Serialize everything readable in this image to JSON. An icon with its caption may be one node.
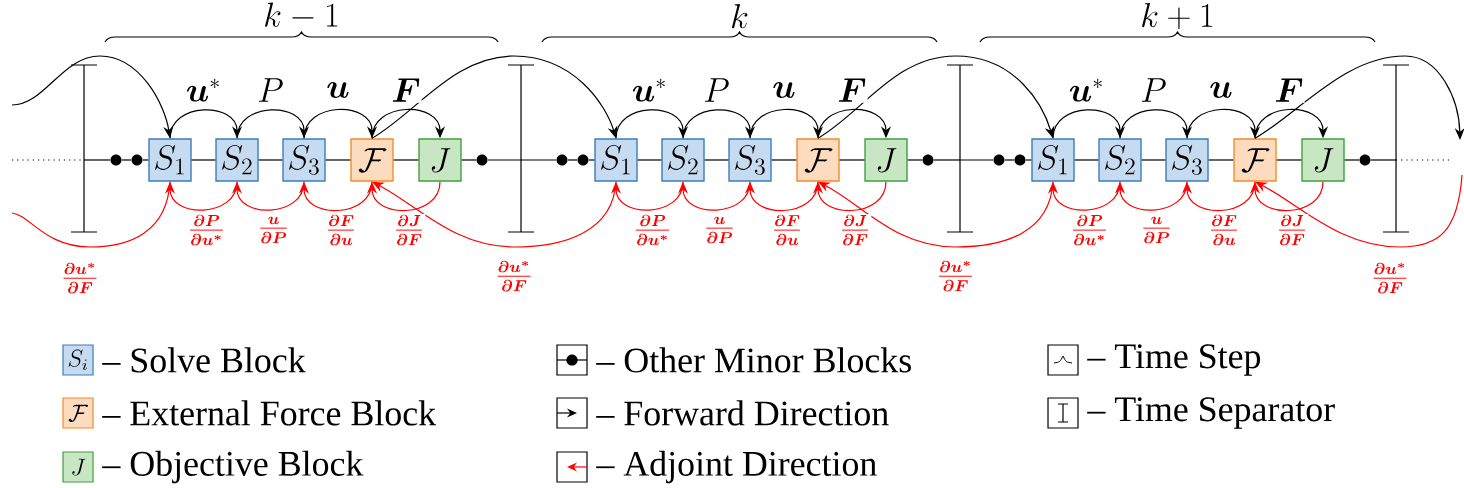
{
  "diagram": {
    "nodes": [
      {
        "text": [],
        "shape": "bar"
      },
      {
        "text": [],
        "shape": "circle"
      },
      {
        "text": [],
        "shape": "circle"
      },
      {
        "text": [
          "S_1"
        ]
      },
      {
        "text": [
          "S_2"
        ]
      },
      {
        "text": [
          "S_3"
        ]
      },
      {
        "text": [
          "\\mathcal{F}"
        ]
      },
      {
        "text": [
          "J"
        ]
      },
      {
        "text": [],
        "shape": "circle"
      },
      {
        "text": [],
        "shape": "bar"
      },
      {
        "text": [],
        "shape": "circle"
      },
      {
        "text": [],
        "shape": "circle"
      },
      {
        "text": [
          "S_1"
        ]
      },
      {
        "text": [
          "S_2"
        ]
      },
      {
        "text": [
          "S_3"
        ]
      },
      {
        "text": [
          "\\mathcal{F}"
        ]
      },
      {
        "text": [
          "J"
        ]
      },
      {
        "text": [],
        "shape": "circle"
      },
      {
        "text": [],
        "shape": "bar"
      },
      {
        "text": [],
        "shape": "circle"
      },
      {
        "text": [],
        "shape": "circle"
      },
      {
        "text": [
          "S_1"
        ]
      },
      {
        "text": [
          "S_2"
        ]
      },
      {
        "text": [
          "S_3"
        ]
      },
      {
        "text": [
          "\\mathcal{F}"
        ]
      },
      {
        "text": [
          "J"
        ]
      },
      {
        "text": [],
        "shape": "circle"
      },
      {
        "text": [],
        "shape": "bar"
      }
    ],
    "edges": [
      {
        "from": null,
        "to": 0,
        "arrow": "none",
        "style": "dashed"
      },
      {
        "from": 0,
        "to": 1,
        "arrow": "none"
      },
      {
        "from": 1,
        "to": 2,
        "arrow": "none"
      },
      {
        "from": 2,
        "to": 3,
        "arrow": "none"
      },
      {
        "from": 3,
        "to": 4,
        "arrow": "none"
      },
      {
        "from": 4,
        "to": 5,
        "arrow": "none"
      },
      {
        "from": 5,
        "to": 6,
        "arrow": "none"
      },
      {
        "from": 6,
        "to": 7,
        "arrow": "none"
      },
      {
        "from": 7,
        "to": 8,
        "arrow": "none"
      },
      {
        "from": 8,
        "to": 9,
        "arrow": "none"
      },
      {
        "from": 9,
        "to": 10,
        "arrow": "none"
      },
      {
        "from": 10,
        "to": 11,
        "arrow": "none"
      },
      {
        "from": 11,
        "to": 12,
        "arrow": "none"
      },
      {
        "from": 12,
        "to": 13,
        "arrow": "none"
      },
      {
        "from": 13,
        "to": 14,
        "arrow": "none"
      },
      {
        "from": 14,
        "to": 15,
        "arrow": "none"
      },
      {
        "from": 15,
        "to": 16,
        "arrow": "none"
      },
      {
        "from": 16,
        "to": 17,
        "arrow": "none"
      },
      {
        "from": 17,
        "to": 18,
        "arrow": "none"
      },
      {
        "from": 18,
        "to": 19,
        "arrow": "none"
      },
      {
        "from": 19,
        "to": 20,
        "arrow": "none"
      },
      {
        "from": 20,
        "to": 21,
        "arrow": "none"
      },
      {
        "from": 21,
        "to": 22,
        "arrow": "none"
      },
      {
        "from": 22,
        "to": 23,
        "arrow": "none"
      },
      {
        "from": 23,
        "to": 24,
        "arrow": "none"
      },
      {
        "from": 24,
        "to": 25,
        "arrow": "none"
      },
      {
        "from": 25,
        "to": 26,
        "arrow": "none"
      },
      {
        "from": 26,
        "to": 27,
        "arrow": "none"
      },
      {
        "from": 27,
        "to": null,
        "arrow": "none",
        "style": "dashed"
      },
      {
        "from": null,
        "to": 3,
        "arrow": "to"
      },
      {
        "from": 3,
        "to": 4,
        "arrow": "to",
        "label": "\\boldsymbol{u}^*"
      },
      {
        "from": 4,
        "to": 5,
        "arrow": "to",
        "label": "P"
      },
      {
        "from": 5,
        "to": 6,
        "arrow": "to",
        "label": "\\boldsymbol{u}"
      },
      {
        "from": 6,
        "to": 7,
        "arrow": "to",
        "label": "\\boldsymbol{F}"
      },
      {
        "from": 6,
        "to": 12,
        "arrow": "to"
      },
      {
        "from": 12,
        "to": 13,
        "arrow": "to",
        "label": "\\boldsymbol{u}^*"
      },
      {
        "from": 13,
        "to": 14,
        "arrow": "to",
        "label": "P"
      },
      {
        "from": 14,
        "to": 15,
        "arrow": "to",
        "label": "\\boldsymbol{u}"
      },
      {
        "from": 15,
        "to": 16,
        "arrow": "to",
        "label": "\\boldsymbol{F}"
      },
      {
        "from": 15,
        "to": 21,
        "arrow": "to"
      },
      {
        "from": 21,
        "to": 22,
        "arrow": "to",
        "label": "\\boldsymbol{u}^*"
      },
      {
        "from": 22,
        "to": 23,
        "arrow": "to",
        "label": "P"
      },
      {
        "from": 23,
        "to": 24,
        "arrow": "to",
        "label": "\\boldsymbol{u}"
      },
      {
        "from": 24,
        "to": 25,
        "arrow": "to",
        "label": "\\boldsymbol{F}"
      },
      {
        "from": 24,
        "to": null,
        "arrow": "to"
      },
      {
        "from": 3,
        "to": null,
        "arrow": "none",
        "color": "#ff0000",
        "label": "\\frac{\\partial \\boldsymbol{u}^*}{\\partial \\boldsymbol{F}}"
      },
      {
        "from": 4,
        "to": 3,
        "arrow": "to",
        "color": "#ff0000",
        "label": "\\frac{\\partial P}{\\partial \\boldsymbol{u}^*}"
      },
      {
        "from": 5,
        "to": 4,
        "arrow": "to",
        "color": "#ff0000",
        "label": "\\frac{\\boldsymbol{u}}{\\partial P}"
      },
      {
        "from": 6,
        "to": 5,
        "arrow": "to",
        "color": "#ff0000",
        "label": "\\frac{\\partial \\boldsymbol{F}}{\\partial \\boldsymbol{u}}"
      },
      {
        "from": 7,
        "to": 6,
        "arrow": "to",
        "color": "#ff0000",
        "label": "\\frac{\\partial J}{\\partial \\boldsymbol{F}}"
      },
      {
        "from": 12,
        "to": 6,
        "arrow": "to",
        "color": "#ff0000",
        "label": "\\frac{\\partial \\boldsymbol{u}^*}{\\partial \\boldsymbol{F}}"
      },
      {
        "from": 13,
        "to": 12,
        "arrow": "to",
        "color": "#ff0000",
        "label": "\\frac{\\partial P}{\\partial \\boldsymbol{u}^*}"
      },
      {
        "from": 14,
        "to": 13,
        "arrow": "to",
        "color": "#ff0000",
        "label": "\\frac{\\boldsymbol{u}}{\\partial P}"
      },
      {
        "from": 15,
        "to": 14,
        "arrow": "to",
        "color": "#ff0000",
        "label": "\\frac{\\partial \\boldsymbol{F}}{\\partial \\boldsymbol{u}}"
      },
      {
        "from": 16,
        "to": 15,
        "arrow": "to",
        "color": "#ff0000",
        "label": "\\frac{\\partial J}{\\partial \\boldsymbol{F}}"
      },
      {
        "from": 21,
        "to": 15,
        "arrow": "to",
        "color": "#ff0000",
        "label": "\\frac{\\partial \\boldsymbol{u}^*}{\\partial \\boldsymbol{F}}"
      },
      {
        "from": 22,
        "to": 21,
        "arrow": "to",
        "color": "#ff0000",
        "label": "\\frac{\\partial P}{\\partial \\boldsymbol{u}^*}"
      },
      {
        "from": 23,
        "to": 22,
        "arrow": "to",
        "color": "#ff0000",
        "label": "\\frac{\\boldsymbol{u}}{\\partial P}"
      },
      {
        "from": 24,
        "to": 23,
        "arrow": "to",
        "color": "#ff0000",
        "label": "\\frac{\\partial \\boldsymbol{F}}{\\partial \\boldsymbol{u}}"
      },
      {
        "from": 25,
        "to": 24,
        "arrow": "to",
        "color": "#ff0000",
        "label": "\\frac{\\partial J}{\\partial \\boldsymbol{F}}"
      },
      {
        "from": null,
        "to": 24,
        "arrow": "to",
        "color": "#ff0000",
        "label": "\\frac{\\partial \\boldsymbol{u}^*}{\\partial \\boldsymbol{F}}"
      }
    ],
    "labels": [
      "k-1",
      "k",
      "k+1",
      "S_i",
      "\\mathcal{F}",
      "J"
    ],
    "legend": [
      {
        "text": "– Solve Block",
        "color": "#c6dbef"
      },
      {
        "text": "– External Force Block",
        "color": "#fddbbf"
      },
      {
        "text": "– Objective Block",
        "color": "#c8e6c4"
      },
      {
        "text": "– Other Minor Blocks"
      },
      {
        "text": "– Forward Direction"
      },
      {
        "text": "– Adjoint Direction"
      },
      {
        "text": "– Time Step"
      },
      {
        "text": "– Time Separator"
      }
    ]
  }
}
